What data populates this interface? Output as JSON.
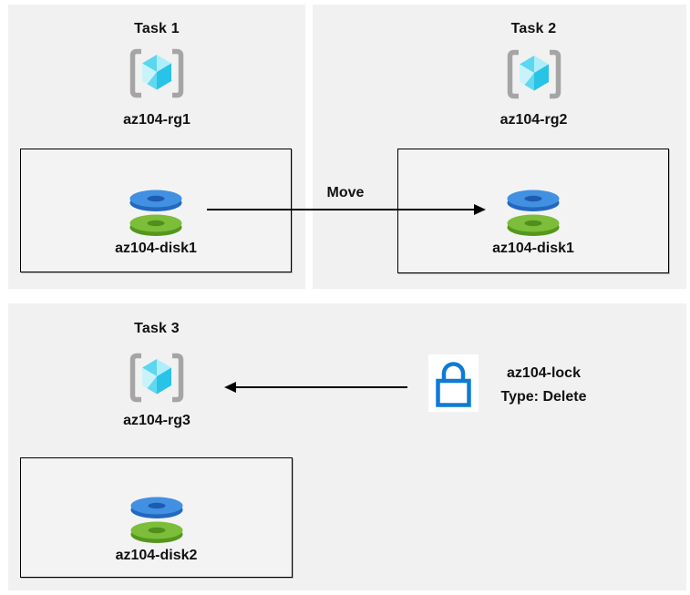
{
  "tasks": [
    {
      "title": "Task 1",
      "resource_group": "az104-rg1",
      "disk": "az104-disk1"
    },
    {
      "title": "Task 2",
      "resource_group": "az104-rg2",
      "disk": "az104-disk1"
    },
    {
      "title": "Task 3",
      "resource_group": "az104-rg3",
      "disk": "az104-disk2"
    }
  ],
  "arrows": {
    "move_label": "Move"
  },
  "lock": {
    "name": "az104-lock",
    "type_label": "Type: Delete"
  },
  "icons": {
    "resource_group": "resource-group-icon",
    "disk": "disk-icon",
    "lock": "lock-icon"
  },
  "colors": {
    "panel_bg": "#f1f1f1",
    "inner_box_bg": "#f3f3f3",
    "box_border": "#000000",
    "arrow": "#000000",
    "bracket_gray": "#a5a5a6",
    "cube_cyan_bright": "#28c3e7",
    "cube_cyan_light": "#c9f3fb",
    "disk_blue": "#4190e2",
    "disk_green": "#7cbe3a",
    "lock_blue": "#0f7ad6",
    "lock_bg": "#ffffff",
    "text": "#111111"
  }
}
